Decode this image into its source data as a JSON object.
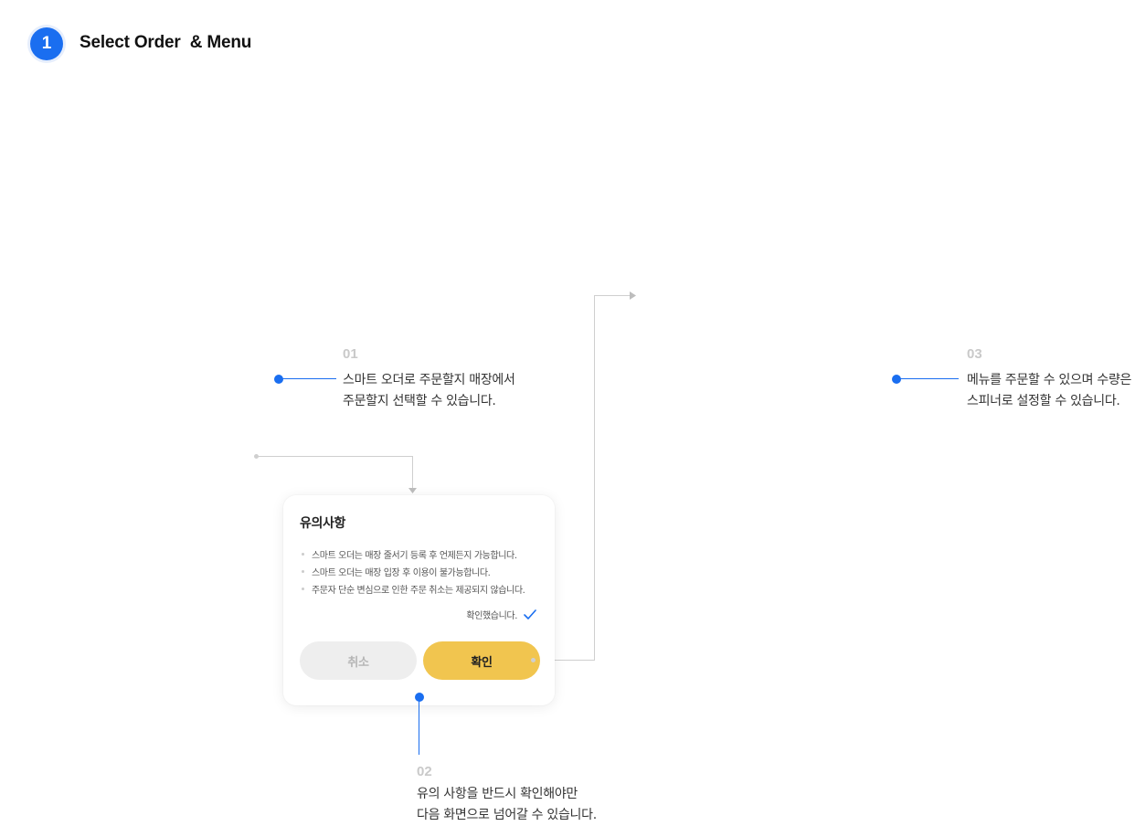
{
  "step": {
    "number": "1",
    "title": "Select Order  & Menu"
  },
  "annotations": [
    {
      "number": "01",
      "lines": [
        "스마트 오더로 주문할지 매장에서",
        "주문할지 선택할 수 있습니다."
      ]
    },
    {
      "number": "02",
      "lines": [
        "유의 사항을 반드시 확인해야만",
        "다음 화면으로 넘어갈 수 있습니다."
      ]
    },
    {
      "number": "03",
      "lines": [
        "메뉴를 주문할 수 있으며 수량은",
        "스피너로 설정할 수 있습니다."
      ]
    }
  ],
  "dialog": {
    "title": "유의사항",
    "items": [
      "스마트 오더는 매장 줄서기 등록 후 언제든지 가능합니다.",
      "스마트 오더는 매장 입장 후 이용이 불가능합니다.",
      "주문자 단순 변심으로 인한 주문 취소는 제공되지 않습니다."
    ],
    "confirm_text": "확인했습니다.",
    "confirm_icon": "check-icon",
    "cancel_label": "취소",
    "ok_label": "확인"
  },
  "colors": {
    "accent": "#1a6ef0",
    "ok_button": "#f1c54f",
    "cancel_button": "#eeeeee"
  }
}
